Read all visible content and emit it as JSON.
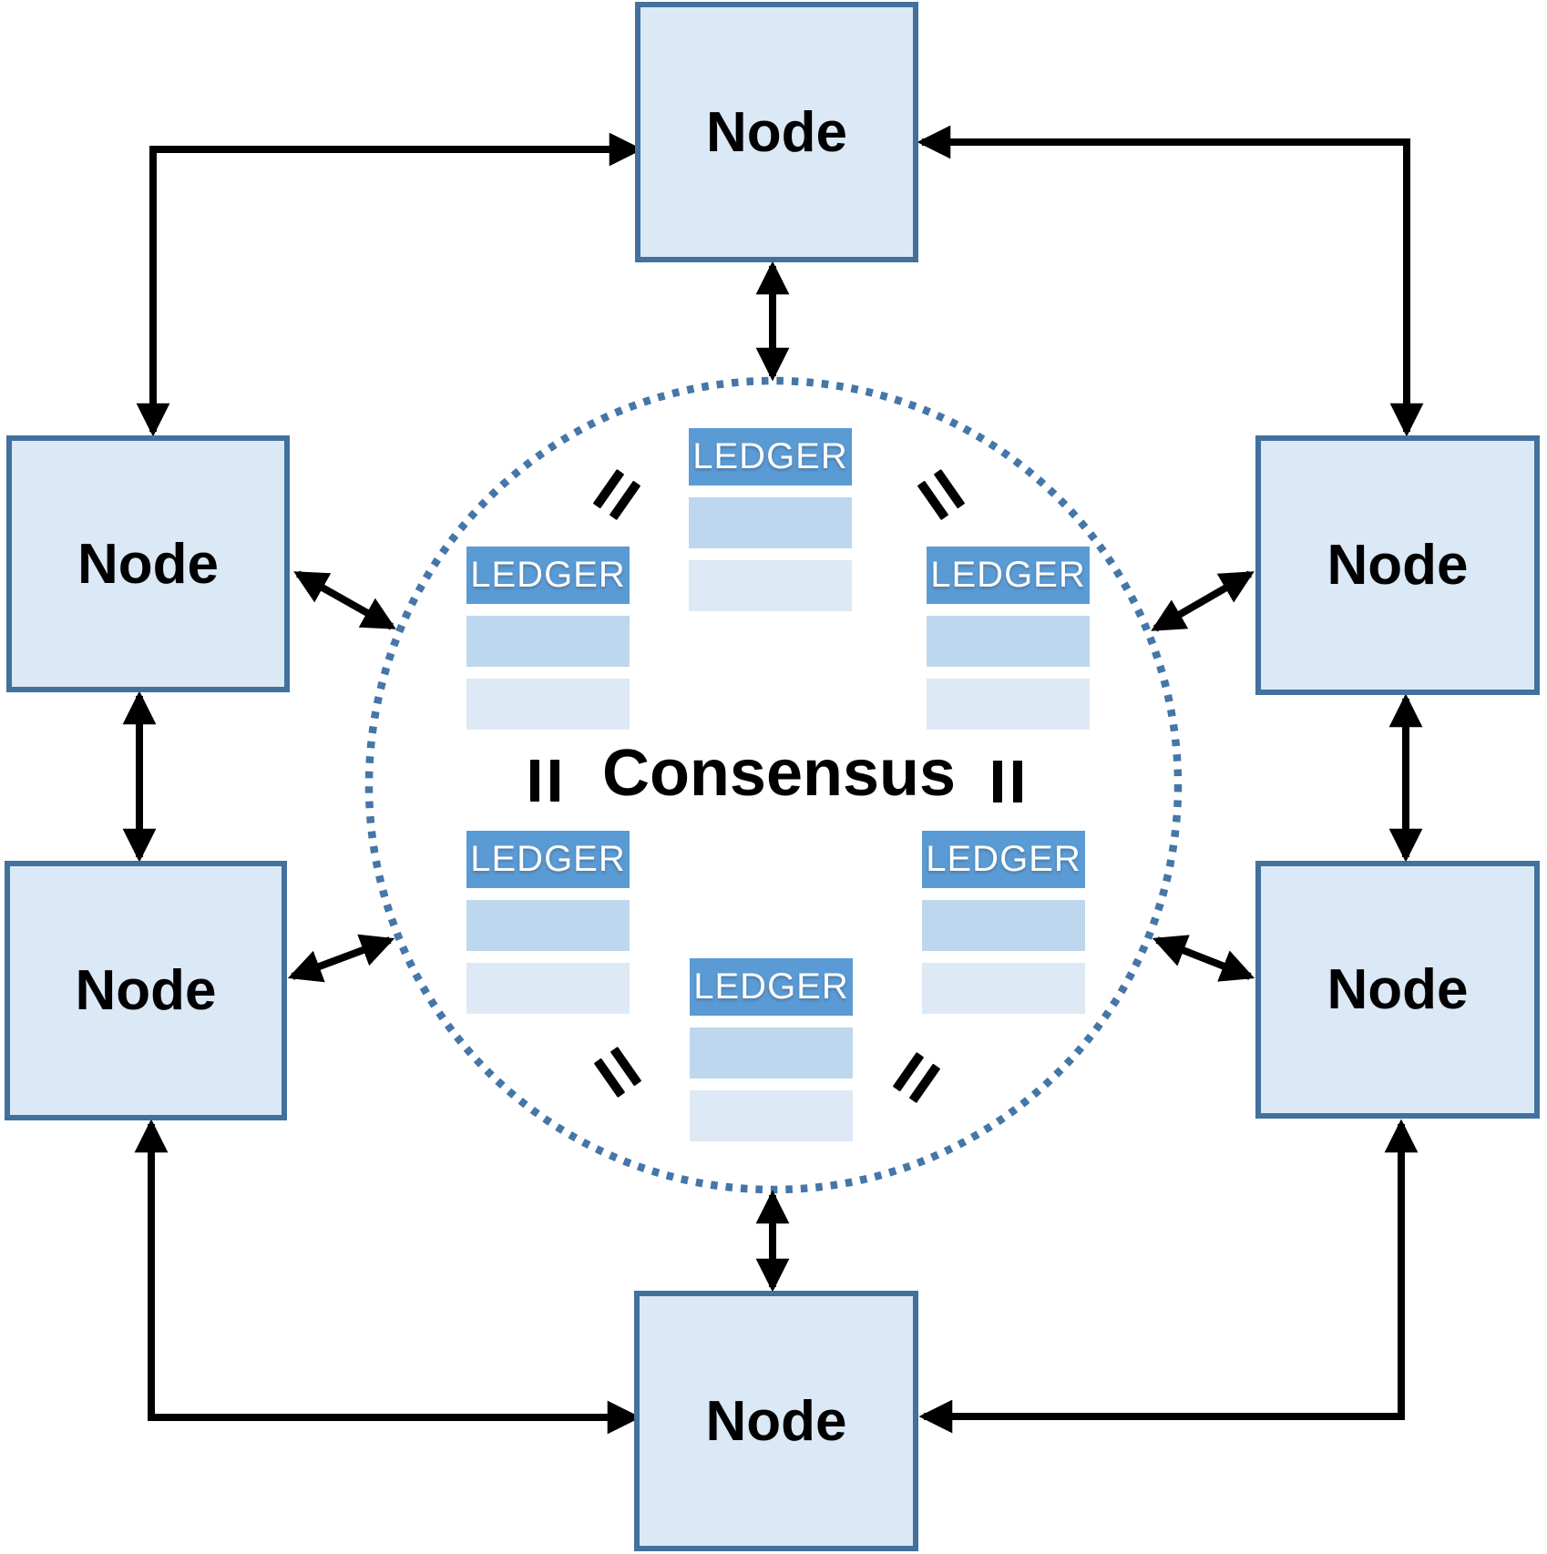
{
  "nodes": [
    {
      "id": "top",
      "label": "Node"
    },
    {
      "id": "left-upper",
      "label": "Node"
    },
    {
      "id": "right-upper",
      "label": "Node"
    },
    {
      "id": "left-lower",
      "label": "Node"
    },
    {
      "id": "right-lower",
      "label": "Node"
    },
    {
      "id": "bottom",
      "label": "Node"
    }
  ],
  "consensus": {
    "label": "Consensus"
  },
  "ledgers": [
    {
      "id": "top-center",
      "label": "LEDGER",
      "blank_rows": 2
    },
    {
      "id": "upper-left",
      "label": "LEDGER",
      "blank_rows": 2
    },
    {
      "id": "upper-right",
      "label": "LEDGER",
      "blank_rows": 2
    },
    {
      "id": "lower-left",
      "label": "LEDGER",
      "blank_rows": 2
    },
    {
      "id": "lower-right",
      "label": "LEDGER",
      "blank_rows": 2
    },
    {
      "id": "bottom-center",
      "label": "LEDGER",
      "blank_rows": 2
    }
  ],
  "icons": {
    "equals_sign_marks": 4,
    "parallel_equals_marks": 2,
    "double_headed_arrows": 8,
    "elbow_connectors": 4
  },
  "colors": {
    "node_fill": "#dbe8f5",
    "node_border": "#41719c",
    "ledger_header": "#5b9bd5",
    "ledger_row_1": "#bdd7ee",
    "ledger_row_2": "#dde9f5",
    "circle_dots": "#4576a8",
    "arrows": "#000000",
    "text": "#000000"
  }
}
